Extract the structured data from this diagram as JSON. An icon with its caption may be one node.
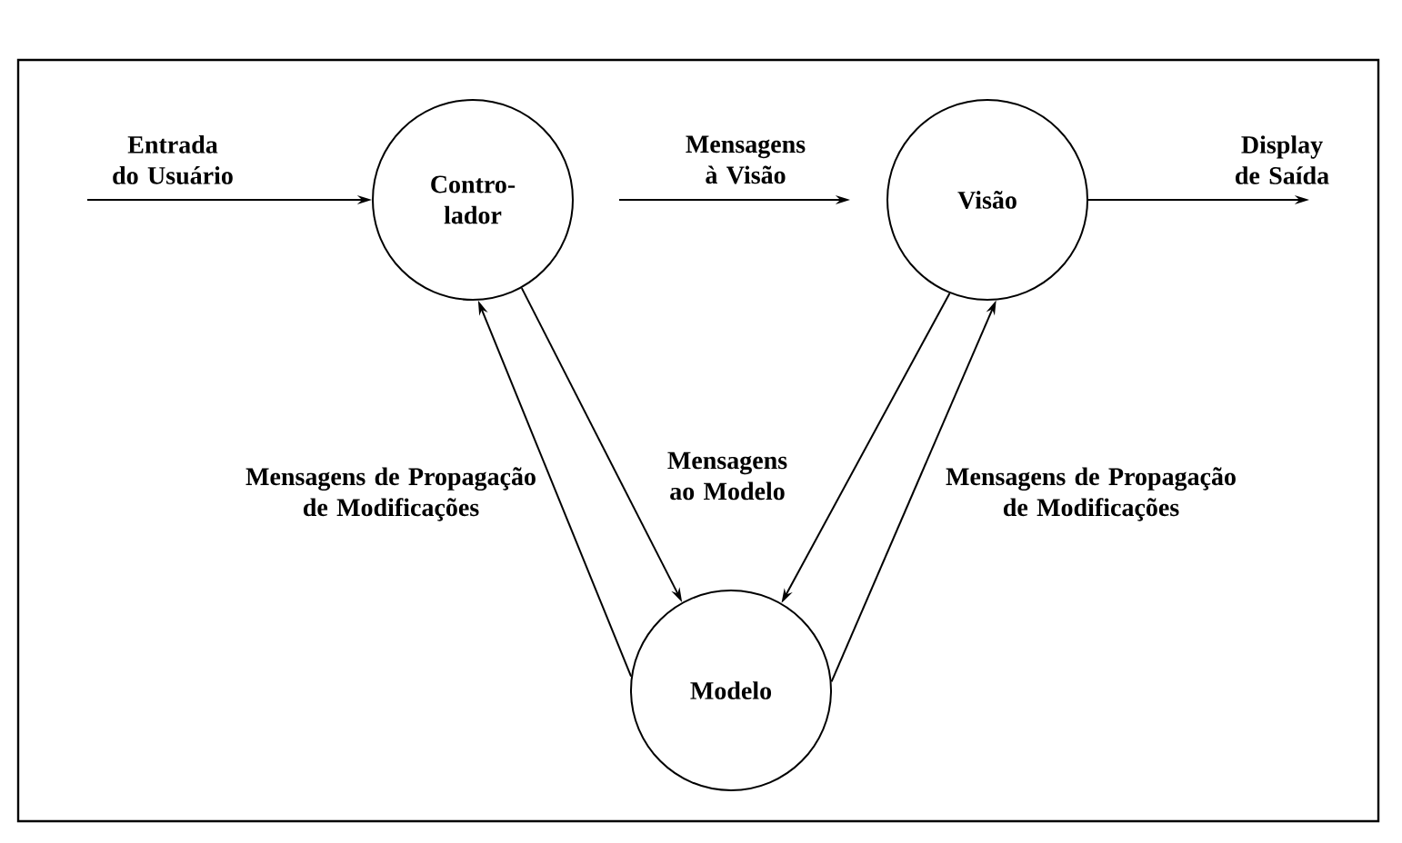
{
  "diagram": {
    "nodes": [
      {
        "text": [
          "Contro- lador"
        ]
      },
      {
        "text": [
          "Visão"
        ]
      },
      {
        "text": [
          "Modelo"
        ]
      }
    ],
    "edges": [
      {
        "from": null,
        "to": 0,
        "arrow": "to",
        "label": "Entrada do Usuário"
      },
      {
        "from": 0,
        "to": 1,
        "arrow": "to",
        "label": "Mensagens à Visão"
      },
      {
        "from": 1,
        "to": null,
        "arrow": "to",
        "label": "Display de Saída"
      },
      {
        "from": 2,
        "to": 0,
        "arrow": "to",
        "label": "Mensagens de Propagação de Modificações"
      },
      {
        "from": 0,
        "to": 2,
        "arrow": "to",
        "label": "Mensagens ao Modelo"
      },
      {
        "from": 1,
        "to": 2,
        "arrow": "to"
      },
      {
        "from": 2,
        "to": 1,
        "arrow": "to",
        "label": "Mensagens de Propagação de Modificações"
      }
    ]
  }
}
